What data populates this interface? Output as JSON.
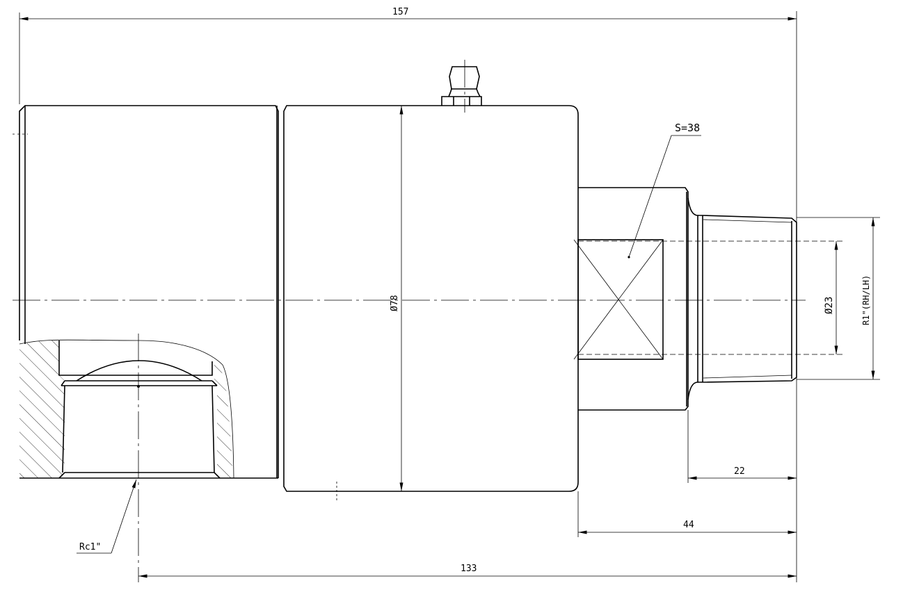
{
  "dimensions": {
    "overall_length": "157",
    "body_diameter": "Ø78",
    "wrench_size": "S=38",
    "bore_diameter": "Ø23",
    "thread_outlet": "R1\"(RH/LH)",
    "thread_length": "22",
    "outlet_length": "44",
    "port_to_end": "133",
    "port_thread": "Rc1\""
  }
}
